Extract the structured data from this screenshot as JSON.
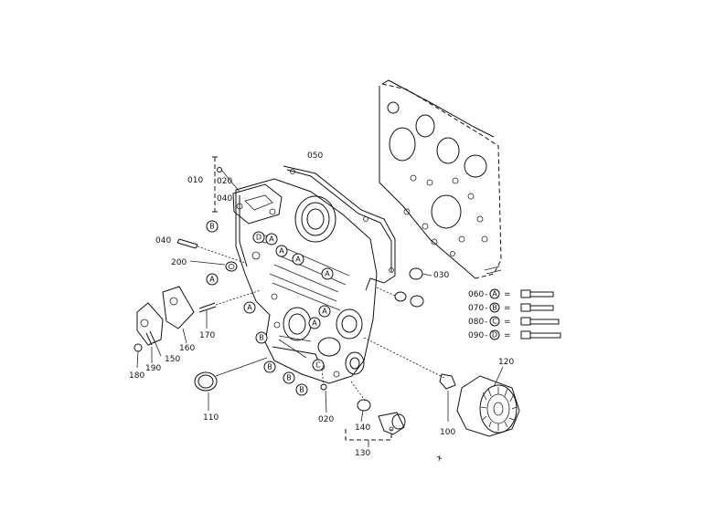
{
  "parts": {
    "p010": "010",
    "p020a": "020",
    "p020b": "020",
    "p030": "030",
    "p040a": "040",
    "p040b": "040",
    "p050": "050",
    "p100": "100",
    "p110": "110",
    "p120": "120",
    "p130": "130",
    "p140": "140",
    "p150": "150",
    "p160": "160",
    "p170": "170",
    "p180": "180",
    "p190": "190",
    "p200": "200"
  },
  "legend": [
    {
      "code": "060",
      "key": "A"
    },
    {
      "code": "070",
      "key": "B"
    },
    {
      "code": "080",
      "key": "C"
    },
    {
      "code": "090",
      "key": "D"
    }
  ],
  "markers": {
    "A": "A",
    "B": "B",
    "C": "C",
    "D": "D"
  }
}
